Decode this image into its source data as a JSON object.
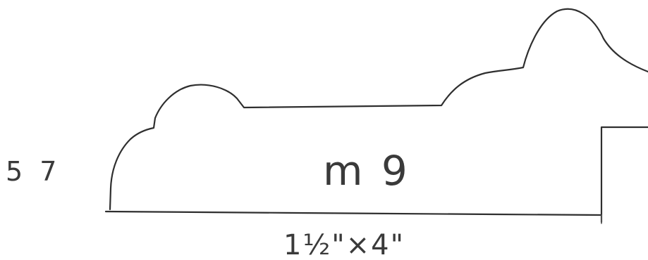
{
  "drawing": {
    "number_label": "5 7",
    "profile_code": "m 9",
    "dimensions": "1½\"×4\"",
    "ink_color": "#2f2f2f",
    "paper_color": "#ffffff"
  }
}
